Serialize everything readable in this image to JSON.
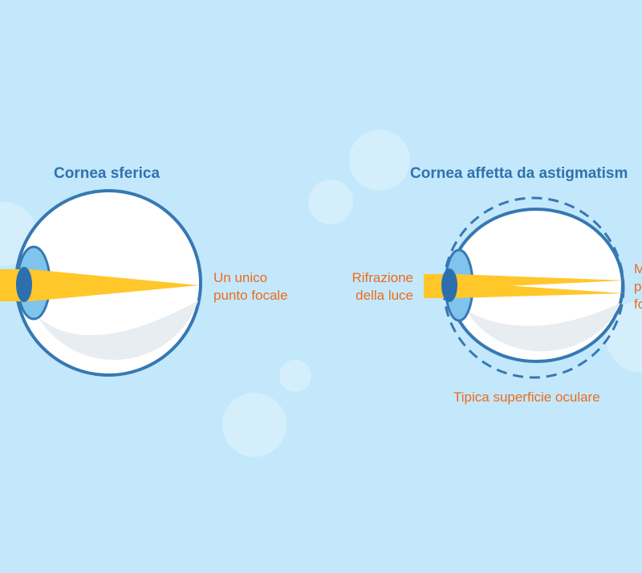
{
  "left": {
    "title": "Cornea sferica",
    "focal_label_line1": "Un unico",
    "focal_label_line2": "punto focale"
  },
  "right": {
    "title": "Cornea affetta da astigmatism",
    "refraction_label_line1": "Rifrazione",
    "refraction_label_line2": "della luce",
    "focal_label_line1": "M",
    "focal_label_line2": "p",
    "focal_label_line3": "fo",
    "surface_label": "Tipica superficie oculare"
  },
  "colors": {
    "background": "#c4e8fb",
    "outline": "#3678b3",
    "title": "#2f72ae",
    "label": "#ec6b1e",
    "light_beam": "#ffc72a",
    "iris": "#7fc4ec",
    "pupil": "#2b6fae"
  }
}
